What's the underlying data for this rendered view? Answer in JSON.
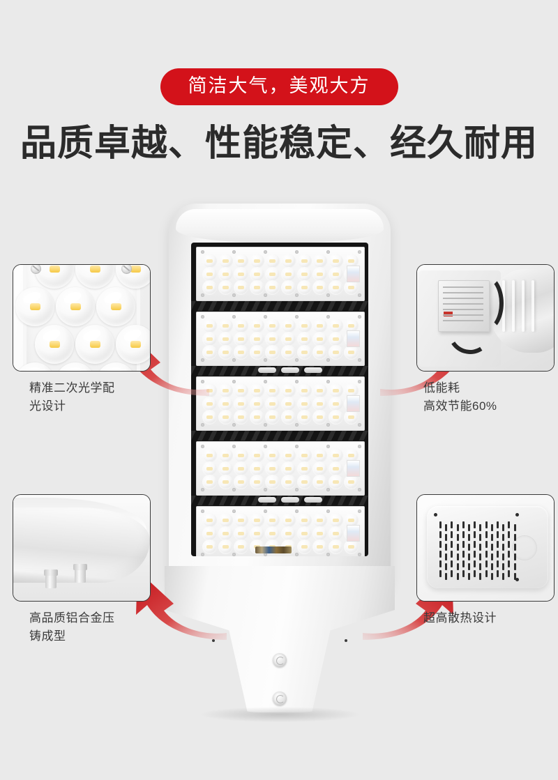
{
  "page": {
    "background_color": "#eaeaea",
    "accent_color": "#d3121a",
    "text_color": "#3a3a3a",
    "headline_color": "#2b2b2b"
  },
  "header": {
    "badge": "简洁大气，美观大方",
    "headline": "品质卓越、性能稳定、经久耐用"
  },
  "callouts": [
    {
      "id": "optics",
      "position": "top-left",
      "label_line1": "精准二次光学配",
      "label_line2": "光设计",
      "photo": "led-lens-array-photo"
    },
    {
      "id": "power",
      "position": "top-right",
      "label_line1": "低能耗",
      "label_line2": "高效节能60%",
      "photo": "led-driver-photo"
    },
    {
      "id": "housing",
      "position": "bottom-left",
      "label_line1": "高品质铝合金压",
      "label_line2": "铸成型",
      "photo": "die-cast-aluminium-arm-photo"
    },
    {
      "id": "cooling",
      "position": "bottom-right",
      "label_line1": "超高散热设计",
      "label_line2": "",
      "photo": "heat-sink-vent-photo"
    }
  ],
  "product": {
    "name": "led-street-lamp",
    "module_count": 5,
    "lenses_per_row": 10,
    "rows_per_module": 3,
    "bottom_slots": 3,
    "bottom_dots": 6,
    "neck_screws": 2
  },
  "arrows": [
    {
      "id": "arrow-to-optics",
      "direction": "up-left",
      "color": "#d3121a"
    },
    {
      "id": "arrow-to-power",
      "direction": "up-right",
      "color": "#d3121a"
    },
    {
      "id": "arrow-to-housing",
      "direction": "up-left",
      "color": "#d3121a"
    },
    {
      "id": "arrow-to-cooling",
      "direction": "up-right",
      "color": "#d3121a"
    }
  ]
}
